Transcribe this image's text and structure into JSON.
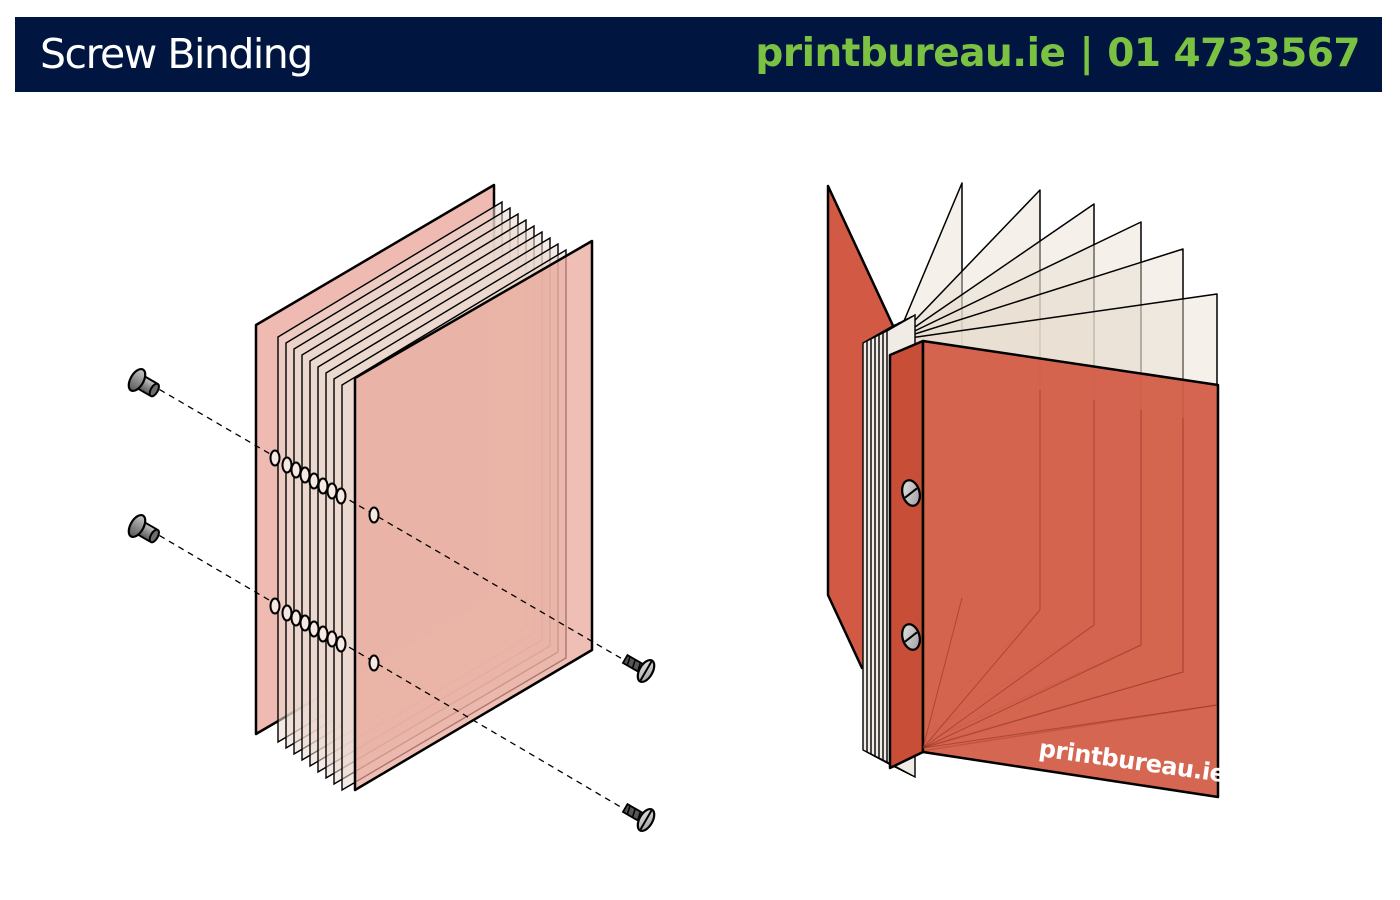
{
  "header": {
    "title": "Screw Binding",
    "brand_site": "printbureau.ie",
    "separator": "|",
    "brand_phone": "01 4733567"
  },
  "colors": {
    "header_bg": "#001540",
    "brand_green": "#7cc242",
    "cover_red": "#d25a44",
    "sheet_pink": "#e9a99e",
    "sheet_cream": "#ece5dc"
  },
  "bound_book": {
    "cover_logo": "printbureau.ie"
  },
  "icons": [
    "screw-icon",
    "screw-post-icon"
  ]
}
